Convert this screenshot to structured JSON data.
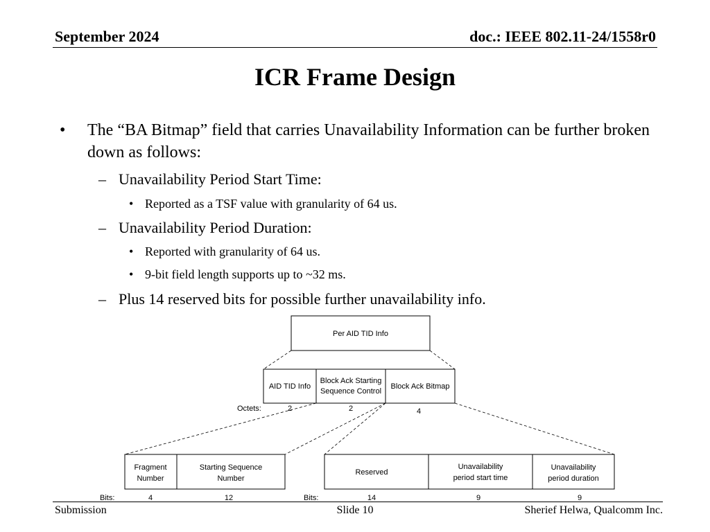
{
  "header": {
    "date": "September 2024",
    "doc": "doc.: IEEE 802.11-24/1558r0"
  },
  "title": "ICR Frame Design",
  "bullets": {
    "main": "The “BA Bitmap” field that carries Unavailability Information can be further broken down as follows:",
    "sub1": "Unavailability Period Start Time:",
    "sub1_1": "Reported as a TSF value with granularity of 64 us.",
    "sub2": "Unavailability Period Duration:",
    "sub2_1": "Reported with granularity of 64 us.",
    "sub2_2": "9-bit field length supports up to ~32 ms.",
    "sub3": "Plus 14 reserved bits for possible further unavailability info."
  },
  "diagram": {
    "top_box": "Per AID TID Info",
    "middle": {
      "fields": [
        {
          "label_lines": [
            "AID TID Info"
          ],
          "octets": "2"
        },
        {
          "label_lines": [
            "Block Ack Starting",
            "Sequence Control"
          ],
          "octets": "2"
        },
        {
          "label_lines": [
            "Block Ack Bitmap"
          ],
          "octets": "4"
        }
      ],
      "octets_label": "Octets:"
    },
    "left_group": {
      "bits_label": "Bits:",
      "fields": [
        {
          "label_lines": [
            "Fragment",
            "Number"
          ],
          "bits": "4"
        },
        {
          "label_lines": [
            "Starting Sequence",
            "Number"
          ],
          "bits": "12"
        }
      ]
    },
    "right_group": {
      "bits_label": "Bits:",
      "fields": [
        {
          "label_lines": [
            "Reserved"
          ],
          "bits": "14"
        },
        {
          "label_lines": [
            "Unavailability",
            "period start time"
          ],
          "bits": "9"
        },
        {
          "label_lines": [
            "Unavailability",
            "period duration"
          ],
          "bits": "9"
        }
      ]
    }
  },
  "footer": {
    "left": "Submission",
    "center": "Slide 10",
    "right": "Sherief Helwa, Qualcomm Inc."
  }
}
